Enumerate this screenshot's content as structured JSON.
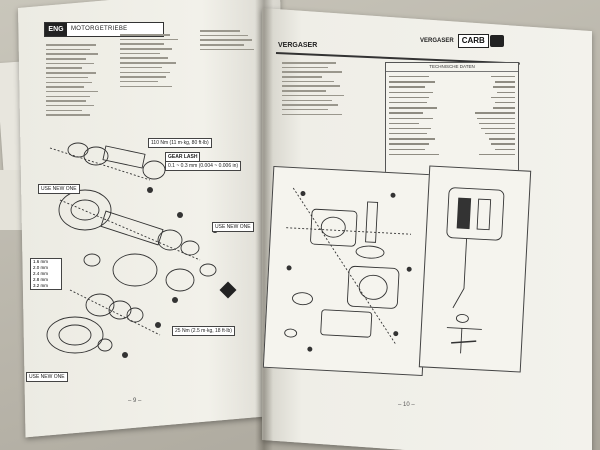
{
  "left_page": {
    "section_tag": "ENG",
    "section_title": "MOTORGETRIEBE",
    "callouts": {
      "torque_top": "110 Nm (11 m·kg, 80 ft·lb)",
      "gear_lash": "GEAR LASH",
      "gear_lash_value": "0.1 ~ 0.3 mm (0.004 ~ 0.006 in)",
      "use_new_right": "USE NEW ONE",
      "use_new_left_top": "USE NEW ONE",
      "torque_bottom": "25 Nm (2.5 m·kg, 18 ft·lb)",
      "use_new_bottom": "USE NEW ONE",
      "side_box_1": "1.6 mm",
      "side_box_2": "2.0 mm",
      "side_box_3": "2.4 mm",
      "side_box_4": "2.8 mm",
      "side_box_5": "3.2 mm"
    },
    "page_number": "– 9 –"
  },
  "right_page": {
    "chapter_title": "VERGASER",
    "chapter_tag": "CARB",
    "spec_table": {
      "title": "TECHNISCHE DATEN"
    },
    "page_number": "– 10 –"
  }
}
